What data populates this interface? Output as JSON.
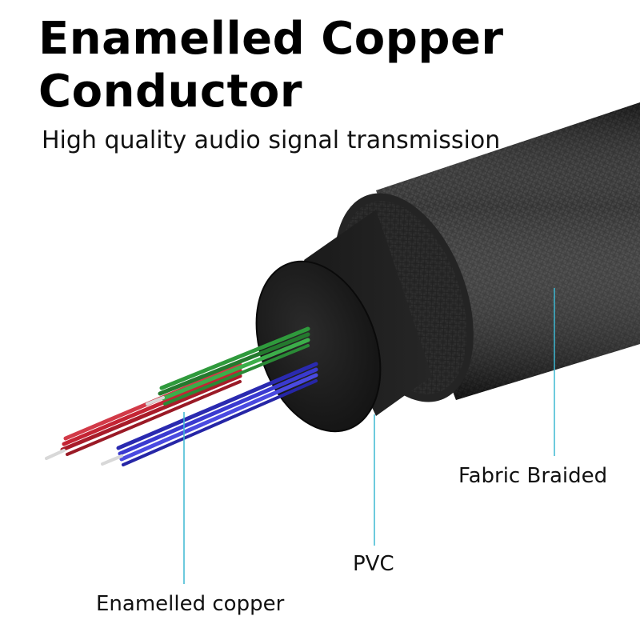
{
  "heading": {
    "title_line1": "Enamelled Copper",
    "title_line2": "Conductor",
    "subtitle": "High quality audio signal transmission"
  },
  "callouts": {
    "fabric": "Fabric Braided",
    "pvc": "PVC",
    "copper": "Enamelled copper"
  },
  "colors": {
    "callout_line": "#3db8d2",
    "wire_red": "#c42434",
    "wire_green": "#2f9a3c",
    "wire_blue": "#3a3ad0",
    "cable_body": "#1c1c1c"
  }
}
